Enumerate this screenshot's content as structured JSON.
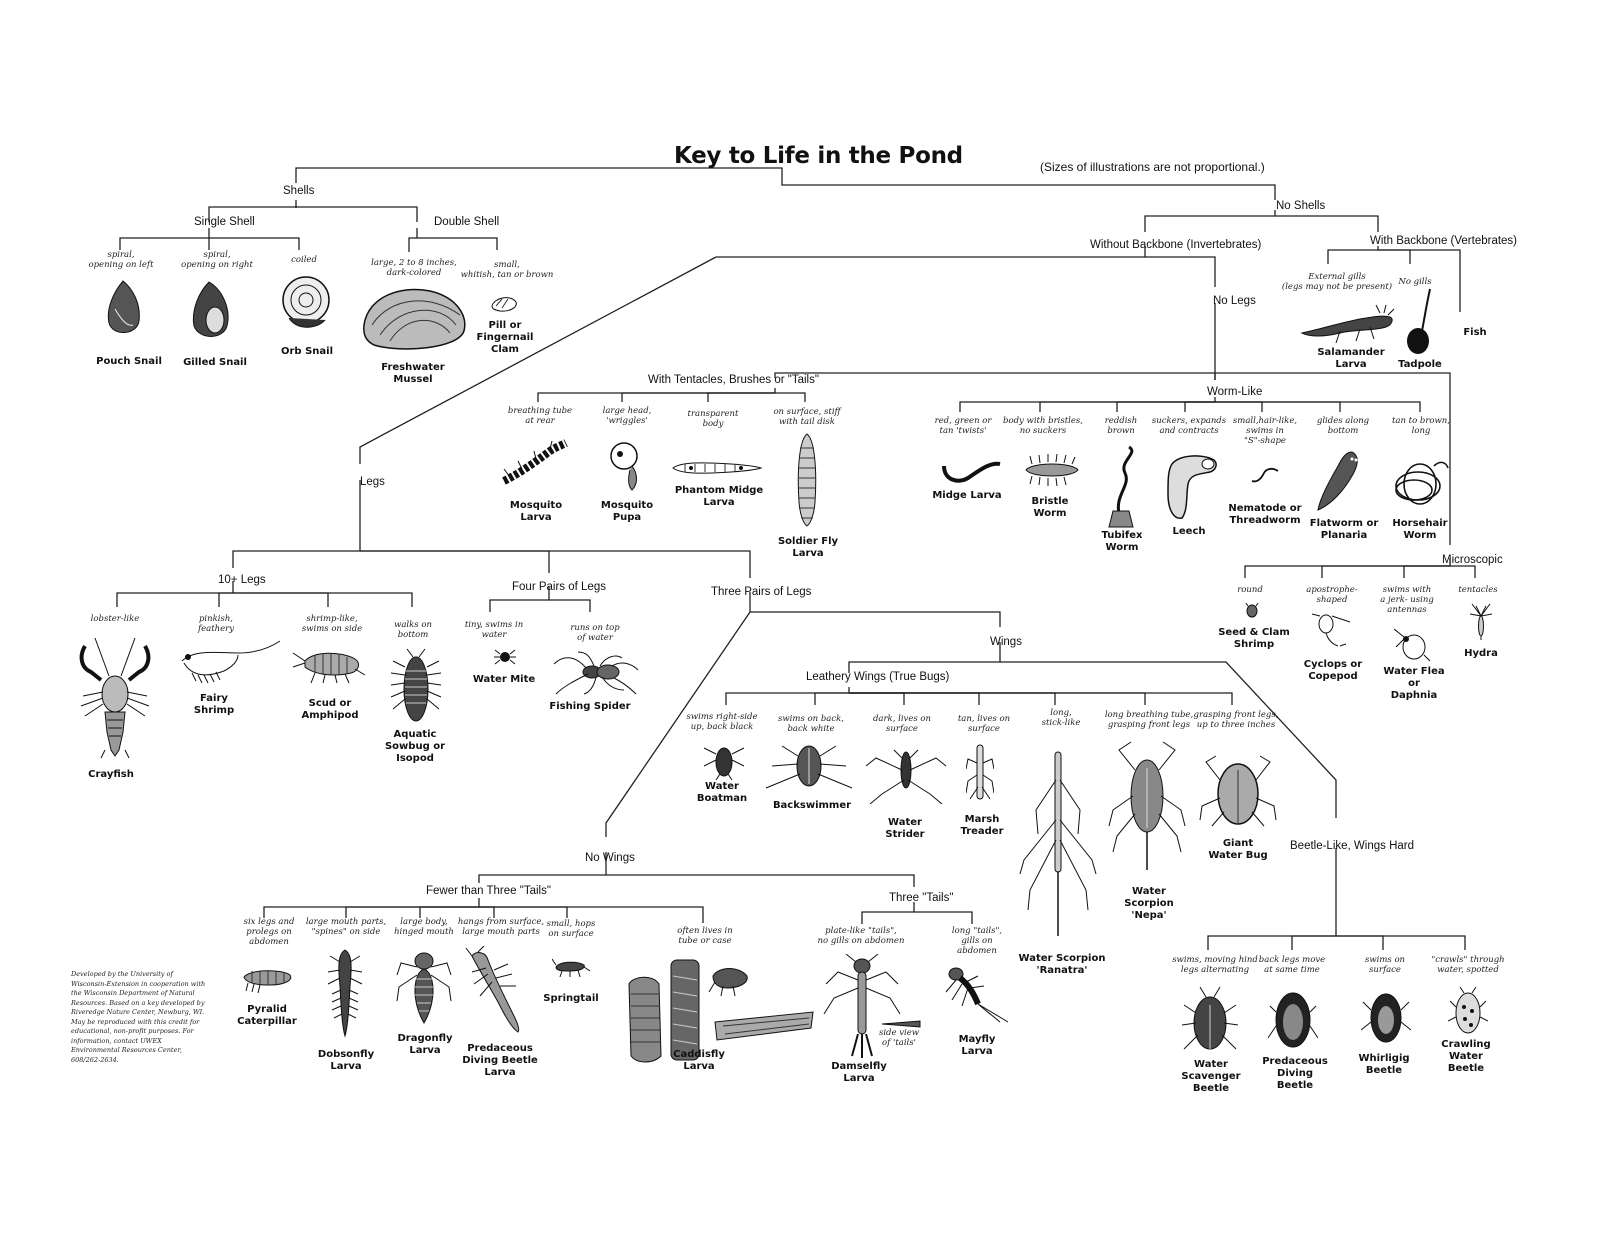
{
  "title": "Key to Life in the Pond",
  "note": "(Sizes of illustrations are not proportional.)",
  "branches": {
    "shells": "Shells",
    "single_shell": "Single Shell",
    "double_shell": "Double Shell",
    "no_shells": "No Shells",
    "without_backbone": "Without Backbone (Invertebrates)",
    "with_backbone": "With Backbone (Vertebrates)",
    "no_legs": "No Legs",
    "tentacles": "With Tentacles, Brushes or \"Tails\"",
    "worm_like": "Worm-Like",
    "microscopic": "Microscopic",
    "legs": "Legs",
    "ten_legs": "10+ Legs",
    "four_pairs": "Four Pairs of Legs",
    "three_pairs": "Three Pairs of Legs",
    "wings": "Wings",
    "leathery_wings": "Leathery Wings (True Bugs)",
    "beetle_like": "Beetle-Like, Wings Hard",
    "no_wings": "No Wings",
    "fewer_tails": "Fewer than Three \"Tails\"",
    "three_tails": "Three \"Tails\""
  },
  "organisms": {
    "pouch_snail": {
      "desc": "spiral,\nopening on left",
      "name": "Pouch Snail"
    },
    "gilled_snail": {
      "desc": "spiral,\nopening on right",
      "name": "Gilled Snail"
    },
    "orb_snail": {
      "desc": "coiled",
      "name": "Orb Snail"
    },
    "mussel": {
      "desc": "large, 2 to 8 inches,\ndark-colored",
      "name": "Freshwater\nMussel"
    },
    "clam": {
      "desc": "small,\nwhitish, tan or brown",
      "name": "Pill or\nFingernail\nClam"
    },
    "salamander": {
      "desc": "External gills\n(legs may not be present)",
      "name": "Salamander\nLarva"
    },
    "tadpole": {
      "desc": "No gills",
      "name": "Tadpole"
    },
    "fish": {
      "name": "Fish"
    },
    "mosquito_larva": {
      "desc": "breathing tube\nat rear",
      "name": "Mosquito\nLarva"
    },
    "mosquito_pupa": {
      "desc": "large head,\n'wriggles'",
      "name": "Mosquito\nPupa"
    },
    "phantom_midge": {
      "desc": "transparent\nbody",
      "name": "Phantom Midge\nLarva"
    },
    "soldier_fly": {
      "desc": "on surface, stiff\nwith tail disk",
      "name": "Soldier Fly\nLarva"
    },
    "midge_larva": {
      "desc": "red, green or\ntan 'twists'",
      "name": "Midge Larva"
    },
    "bristle_worm": {
      "desc": "body with bristles,\nno suckers",
      "name": "Bristle\nWorm"
    },
    "tubifex": {
      "desc": "reddish\nbrown",
      "name": "Tubifex\nWorm"
    },
    "leech": {
      "desc": "suckers, expands\nand contracts",
      "name": "Leech"
    },
    "nematode": {
      "desc": "small,hair-like,\nswims in\n\"S\"-shape",
      "name": "Nematode or\nThreadworm"
    },
    "flatworm": {
      "desc": "glides along\nbottom",
      "name": "Flatworm or\nPlanaria"
    },
    "horsehair": {
      "desc": "tan to brown,\nlong",
      "name": "Horsehair\nWorm"
    },
    "seed_shrimp": {
      "desc": "round",
      "name": "Seed & Clam\nShrimp"
    },
    "cyclops": {
      "desc": "apostrophe-\nshaped",
      "name": "Cyclops or\nCopepod"
    },
    "water_flea": {
      "desc": "swims with\na jerk- using\nantennas",
      "name": "Water Flea\nor\nDaphnia"
    },
    "hydra": {
      "desc": "tentacles",
      "name": "Hydra"
    },
    "crayfish": {
      "desc": "lobster-like",
      "name": "Crayfish"
    },
    "fairy_shrimp": {
      "desc": "pinkish,\nfeathery",
      "name": "Fairy\nShrimp"
    },
    "scud": {
      "desc": "shrimp-like,\nswims on side",
      "name": "Scud or\nAmphipod"
    },
    "sowbug": {
      "desc": "walks on\nbottom",
      "name": "Aquatic\nSowbug or\nIsopod"
    },
    "water_mite": {
      "desc": "tiny, swims in\nwater",
      "name": "Water Mite"
    },
    "fishing_spider": {
      "desc": "runs on top\nof water",
      "name": "Fishing Spider"
    },
    "boatman": {
      "desc": "swims right-side\nup, back black",
      "name": "Water\nBoatman"
    },
    "backswimmer": {
      "desc": "swims on back,\nback white",
      "name": "Backswimmer"
    },
    "strider": {
      "desc": "dark, lives on\nsurface",
      "name": "Water\nStrider"
    },
    "marsh_treader": {
      "desc": "tan, lives on\nsurface",
      "name": "Marsh\nTreader"
    },
    "ranatra": {
      "desc": "long,\nstick-like",
      "name": "Water Scorpion\n'Ranatra'"
    },
    "nepa": {
      "desc": "long breathing tube,\ngrasping front legs",
      "name": "Water\nScorpion\n'Nepa'"
    },
    "giant_bug": {
      "desc": "grasping front legs,\nup to three inches",
      "name": "Giant\nWater Bug"
    },
    "pyralid": {
      "desc": "six legs and\nprolegs on\nabdomen",
      "name": "Pyralid\nCaterpillar"
    },
    "dobsonfly": {
      "desc": "large mouth parts,\n\"spines\" on side",
      "name": "Dobsonfly\nLarva"
    },
    "dragonfly": {
      "desc": "large body,\nhinged mouth",
      "name": "Dragonfly\nLarva"
    },
    "diving_larva": {
      "desc": "hangs from surface,\nlarge mouth parts",
      "name": "Predaceous\nDiving Beetle\nLarva"
    },
    "springtail": {
      "desc": "small, hops\non surface",
      "name": "Springtail"
    },
    "caddisfly": {
      "desc": "often lives in\ntube or case",
      "name": "Caddisfly\nLarva"
    },
    "damselfly": {
      "desc": "plate-like \"tails\",\nno gills on abdomen",
      "name": "Damselfly\nLarva",
      "side_note": "side view\nof 'tails'"
    },
    "mayfly": {
      "desc": "long \"tails\",\ngills on\nabdomen",
      "name": "Mayfly\nLarva"
    },
    "scavenger": {
      "desc": "swims, moving hind\nlegs alternating",
      "name": "Water\nScavenger\nBeetle"
    },
    "diving_beetle": {
      "desc": "back legs move\nat same time",
      "name": "Predaceous\nDiving\nBeetle"
    },
    "whirligig": {
      "desc": "swims on\nsurface",
      "name": "Whirligig\nBeetle"
    },
    "crawling": {
      "desc": "\"crawls\" through\nwater, spotted",
      "name": "Crawling\nWater\nBeetle"
    }
  },
  "credit": "Developed by the University of Wisconsin-Extension in cooperation with the Wisconsin Department of Natural Resources. Based on a key developed by Riveredge Nature Center, Newburg, WI. May be reproduced with this credit for educational, non-profit purposes. For information, contact UWEX Environmental Resources Center, 608/262-2634."
}
